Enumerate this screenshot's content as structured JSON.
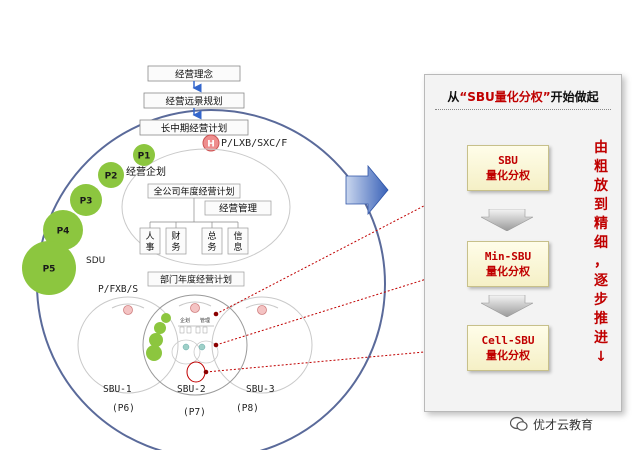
{
  "left_diagram": {
    "flow_boxes": [
      "经营理念",
      "经营远景规划",
      "长中期经营计划"
    ],
    "h_badge": "H",
    "tag_top": "P/LXB/SXC/F",
    "company_planning": "经营企划",
    "annual_plan": "全公司年度经营计划",
    "operation_mgmt": "经营管理",
    "functions": [
      {
        "l1": "人",
        "l2": "事"
      },
      {
        "l1": "财",
        "l2": "务"
      },
      {
        "l1": "总",
        "l2": "务"
      },
      {
        "l1": "信",
        "l2": "息"
      }
    ],
    "p_circles": [
      "P1",
      "P2",
      "P3",
      "P4",
      "P5"
    ],
    "sdu_label": "SDU",
    "dept_plan": "部门年度经营计划",
    "tag_mid": "P/FXB/S",
    "small_labels": [
      "企划",
      "管理"
    ],
    "sbus": [
      {
        "name": "SBU-1",
        "p": "(P6)"
      },
      {
        "name": "SBU-2",
        "p": "(P7)"
      },
      {
        "name": "SBU-3",
        "p": "(P8)"
      }
    ]
  },
  "right_panel": {
    "title_pre": "从",
    "title_highlight": "“SBU量化分权”",
    "title_post": "开始做起",
    "stages": [
      {
        "line1": "SBU",
        "line2": "量化分权"
      },
      {
        "line1": "Min-SBU",
        "line2": "量化分权"
      },
      {
        "line1": "Cell-SBU",
        "line2": "量化分权"
      }
    ],
    "vertical_text": [
      "由",
      "粗",
      "放",
      "到",
      "精",
      "细",
      "，",
      "逐",
      "步",
      "推",
      "进",
      "↓"
    ]
  },
  "watermark": {
    "text": "优才云教育"
  },
  "colors": {
    "big_circle": "#5a6a9a",
    "green": "#8cc63f",
    "accent_red": "#c00000",
    "arrow_blue": "#3366cc"
  }
}
